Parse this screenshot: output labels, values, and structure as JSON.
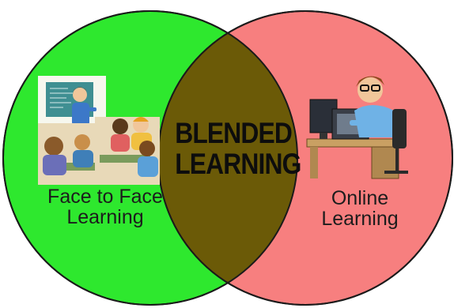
{
  "diagram": {
    "left_circle": {
      "label_line1": "Face to Face",
      "label_line2": "Learning",
      "color": "#2ee82e"
    },
    "right_circle": {
      "label_line1": "Online",
      "label_line2": "Learning",
      "color": "#f77f7f"
    },
    "overlap": {
      "label_line1": "BLENDED",
      "label_line2": "LEARNING",
      "color": "#6b5a07"
    },
    "outline_color": "#1a1a1a",
    "icons": [
      "classroom-illustration",
      "computer-user-illustration"
    ]
  }
}
